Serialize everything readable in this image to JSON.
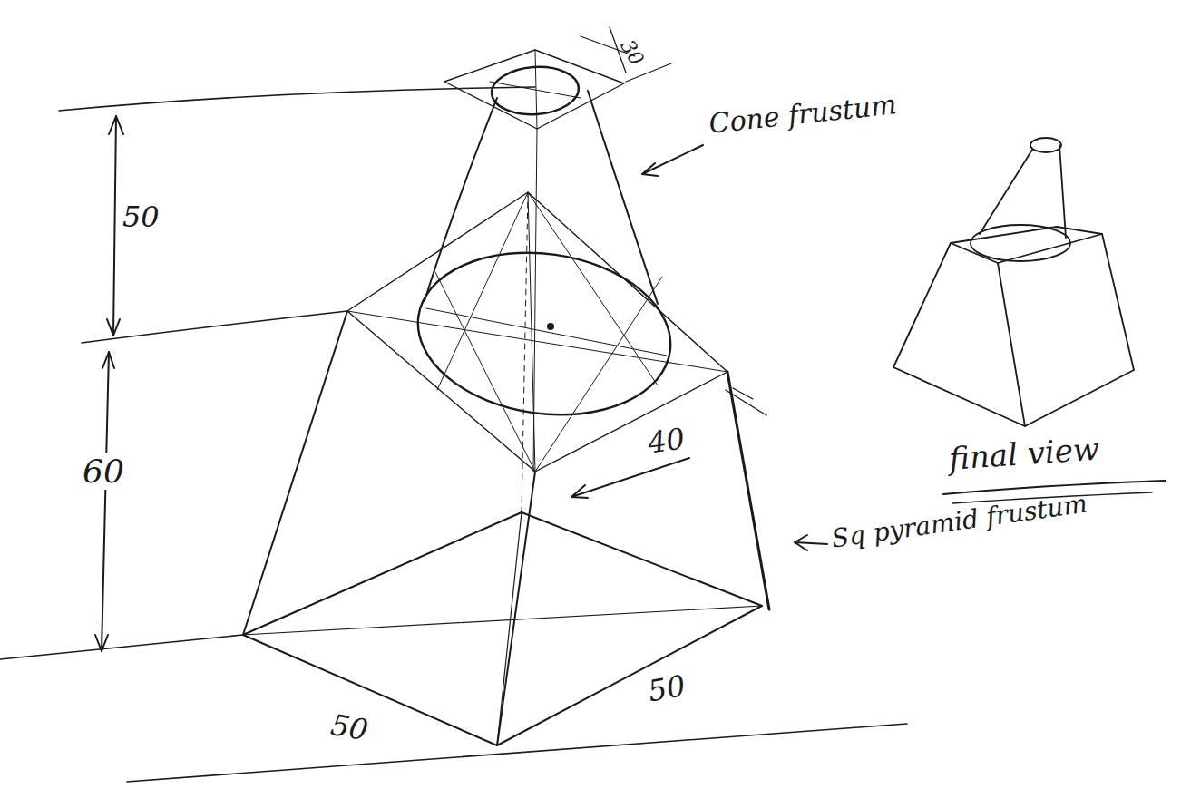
{
  "diagram": {
    "labels": [
      "30",
      "Cone frustum",
      "50",
      "60",
      "40",
      "Sq pyramid frustum",
      "final view",
      "50",
      "50"
    ]
  }
}
